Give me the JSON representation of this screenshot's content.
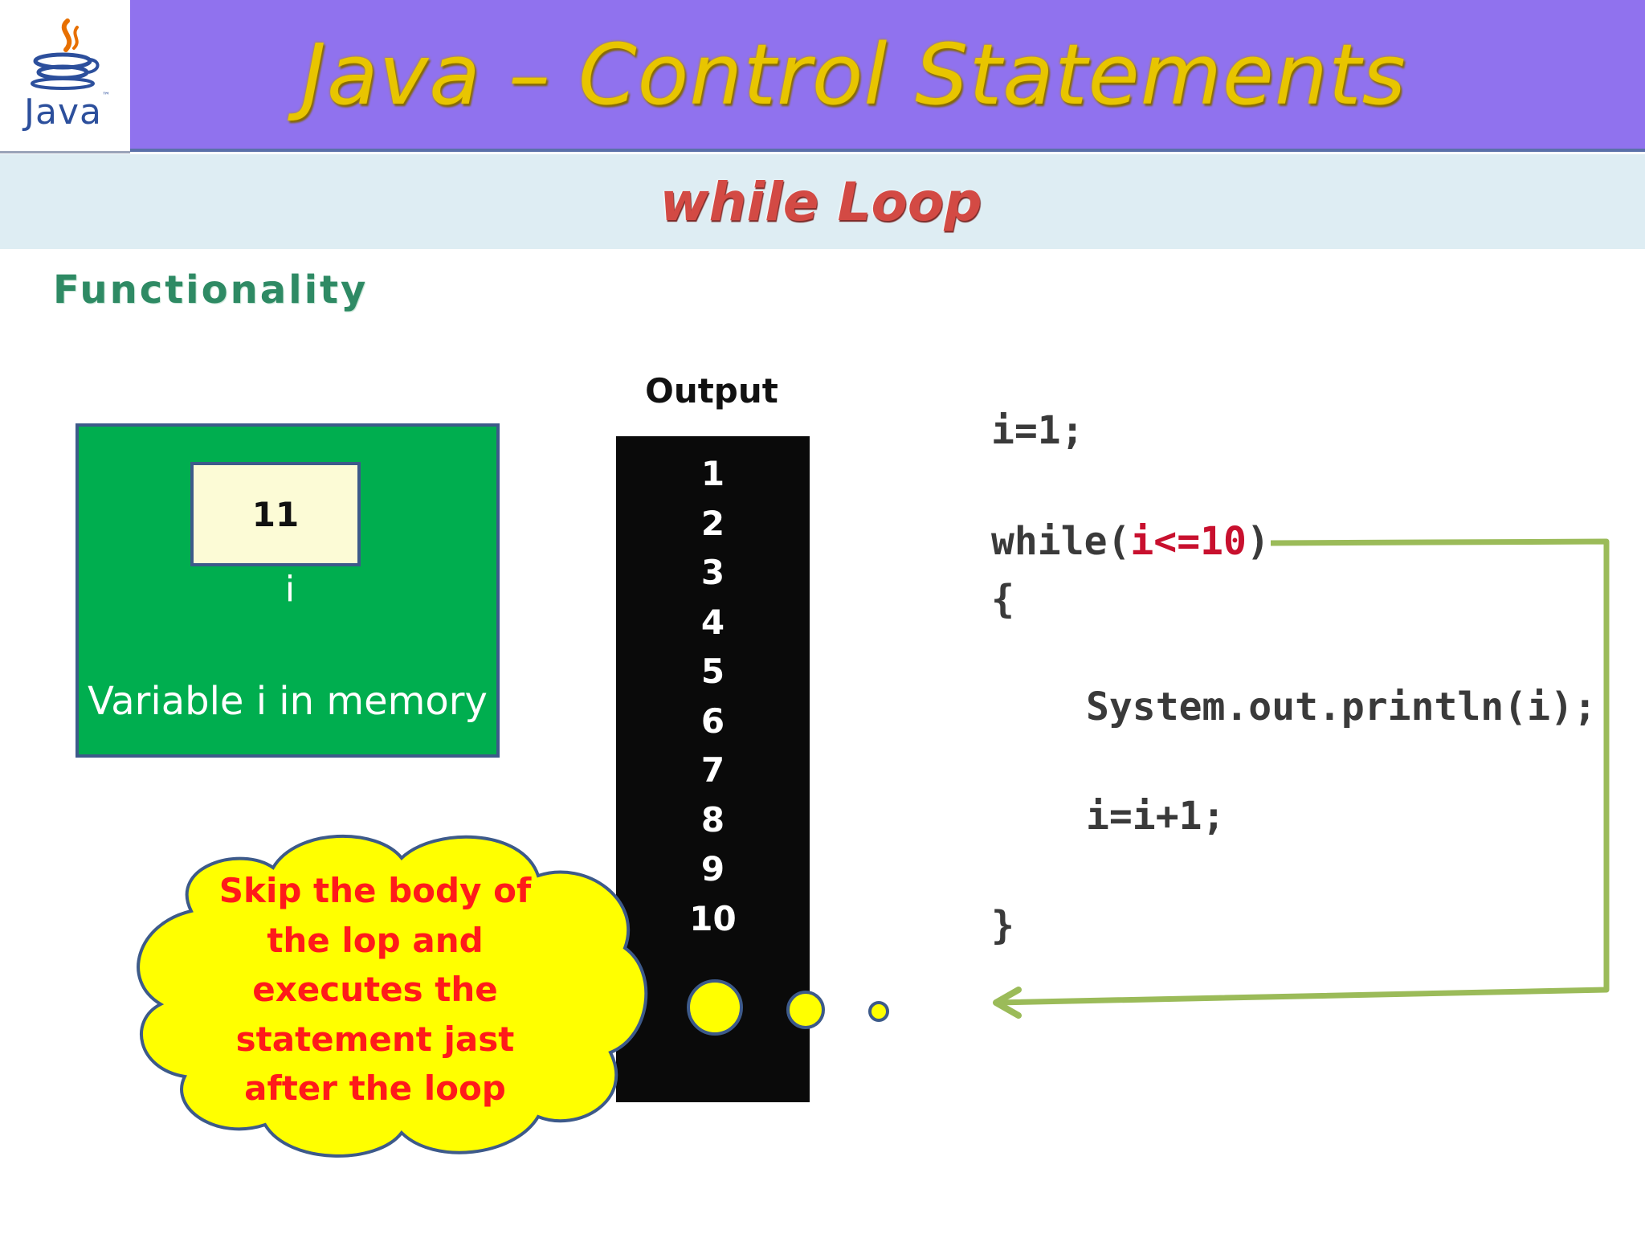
{
  "header": {
    "logo_text": "Java",
    "logo_trademark": "™",
    "title": "Java – Control Statements"
  },
  "subheader": {
    "title": "while Loop"
  },
  "section": {
    "heading": "Functionality"
  },
  "memory": {
    "value": "11",
    "variable_name": "i",
    "caption": "Variable i in memory"
  },
  "output": {
    "title": "Output",
    "lines": [
      "1",
      "2",
      "3",
      "4",
      "5",
      "6",
      "7",
      "8",
      "9",
      "10"
    ]
  },
  "code": {
    "init": "i=1;",
    "while_keyword": "while(",
    "condition": "i<=10",
    "while_close": ")",
    "open_brace": "{",
    "print_statement": "System.out.println(i);",
    "increment": "i=i+1;",
    "close_brace": "}"
  },
  "callout": {
    "lines": [
      "Skip the body of",
      "the lop and",
      "executes the",
      "statement jast",
      "after the loop"
    ]
  },
  "colors": {
    "header_bg": "#9072ee",
    "title_gold": "#e8c500",
    "subheader_bg": "#deedf3",
    "subtitle_red": "#d34a44",
    "memory_green": "#00ae4f",
    "console_black": "#0a0a0a",
    "arrow_green": "#9bbb59",
    "cloud_yellow": "#ffff00",
    "callout_red": "#ff1a1a",
    "condition_red": "#c8102e"
  }
}
